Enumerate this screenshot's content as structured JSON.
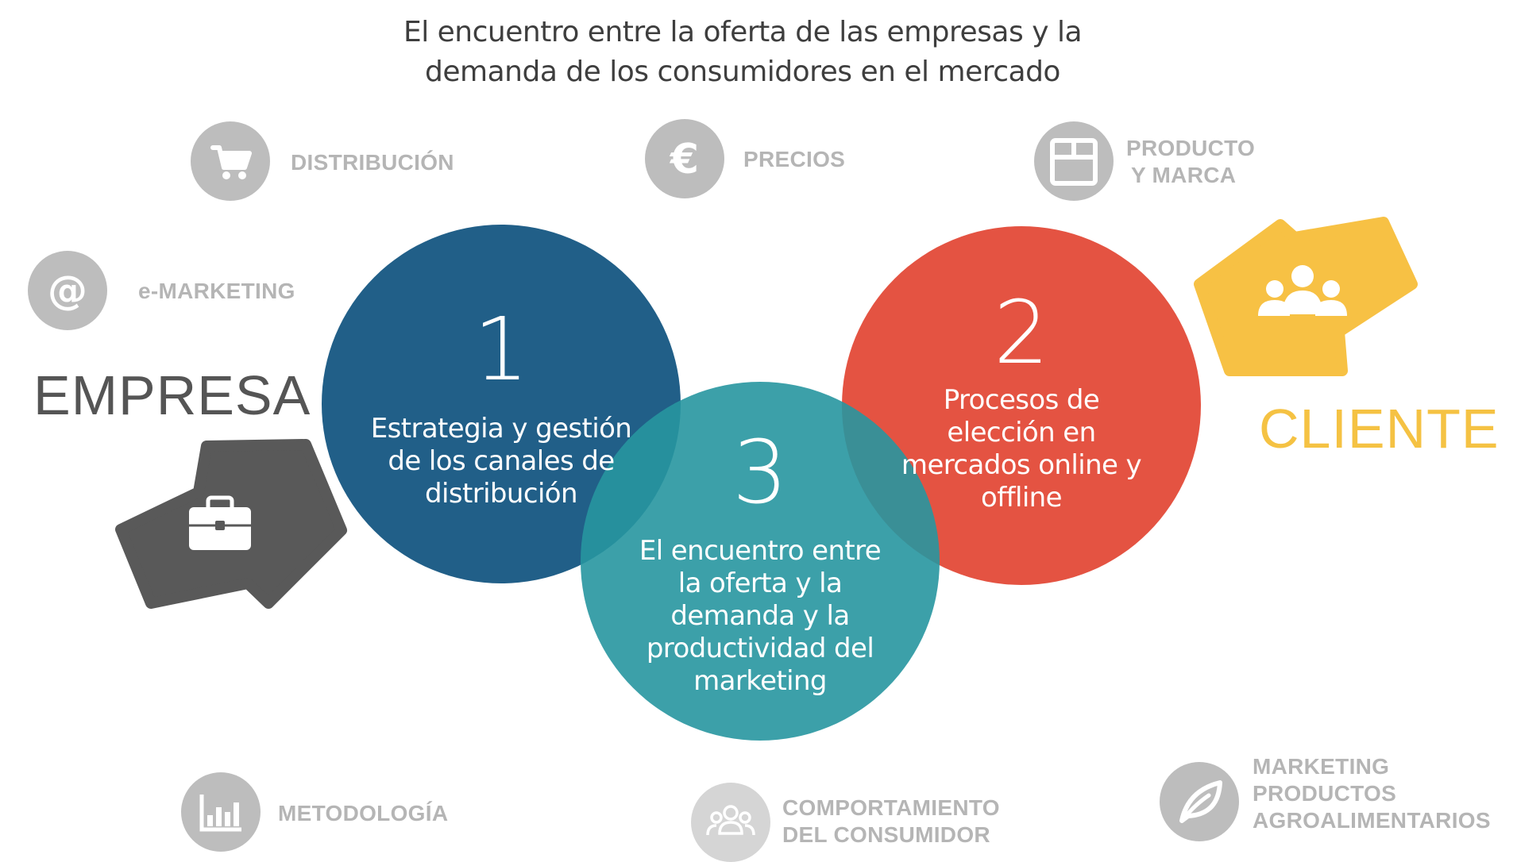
{
  "title": {
    "line1": "El encuentro entre la oferta de las empresas y la",
    "line2": "demanda de los consumidores en el mercado"
  },
  "topics": {
    "distribucion": {
      "label": "DISTRIBUCIÓN",
      "icon": "cart-icon"
    },
    "precios": {
      "label": "PRECIOS",
      "icon": "euro-icon"
    },
    "producto": {
      "line1": "PRODUCTO",
      "line2": "Y MARCA",
      "icon": "box-icon"
    },
    "emarketing": {
      "label": "e-MARKETING",
      "icon": "at-icon"
    },
    "metodologia": {
      "label": "METODOLOGÍA",
      "icon": "bar-chart-icon"
    },
    "comportamiento": {
      "line1": "COMPORTAMIENTO",
      "line2": "DEL CONSUMIDOR",
      "icon": "people-icon"
    },
    "agro": {
      "line1": "MARKETING",
      "line2": "PRODUCTOS",
      "line3": "AGROALIMENTARIOS",
      "icon": "leaf-icon"
    }
  },
  "entities": {
    "empresa": "EMPRESA",
    "cliente": "CLIENTE"
  },
  "circles": {
    "one": {
      "number": "1",
      "lines": [
        "Estrategia y gestión",
        "de los canales de",
        "distribución"
      ],
      "color": "#215f88"
    },
    "two": {
      "number": "2",
      "lines": [
        "Procesos de",
        "elección en",
        "mercados online y",
        "offline"
      ],
      "color": "#e45342"
    },
    "three": {
      "number": "3",
      "lines": [
        "El encuentro entre",
        "la oferta y la",
        "demanda y la",
        "productividad del",
        "marketing"
      ],
      "color": "#2796a0"
    }
  },
  "colors": {
    "icon_gray": "#bdbdbd",
    "label_gray": "#b5b5b5",
    "empresa_gray": "#555555",
    "cliente_yellow": "#f5c243"
  }
}
